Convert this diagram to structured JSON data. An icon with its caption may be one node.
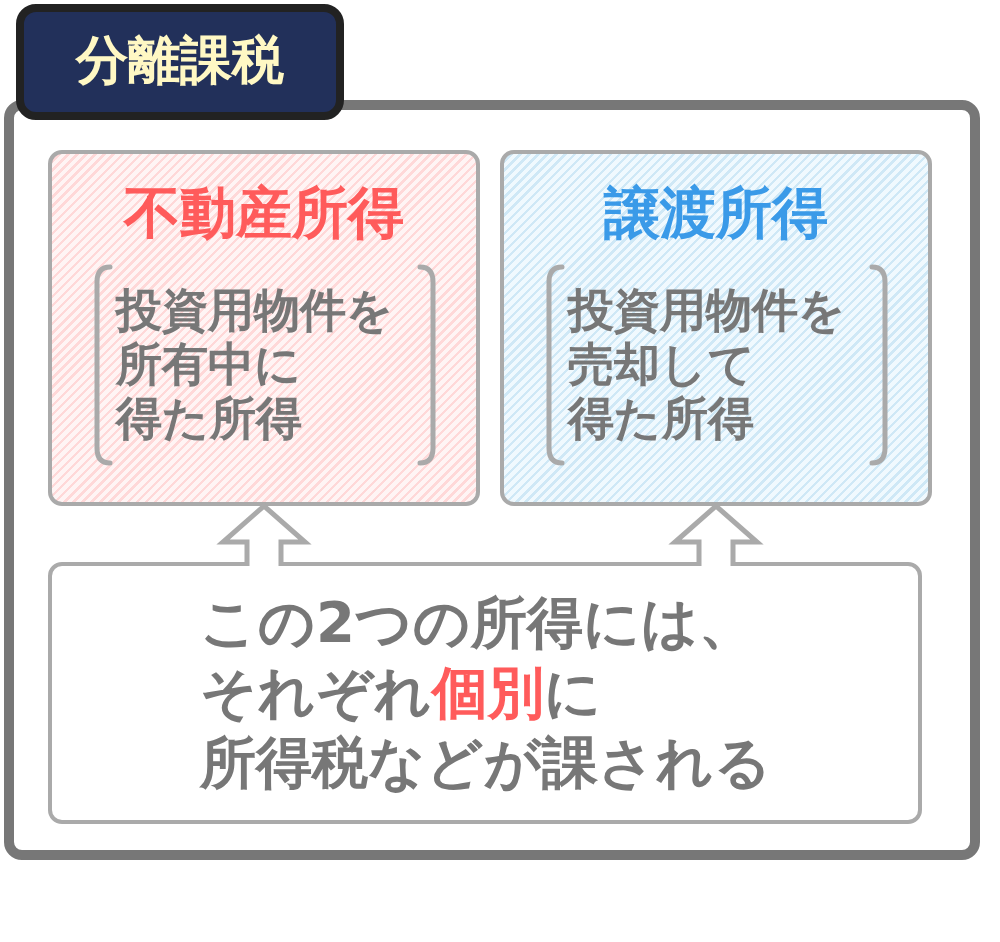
{
  "diagram": {
    "nodes": [
      {
        "text": [
          "分離課税"
        ]
      },
      {
        "text": [
          "不動産所得",
          "投資用物件を所有中に得た所得"
        ],
        "in": 0
      },
      {
        "text": [
          "譲渡所得",
          "投資用物件を売却して得た所得"
        ],
        "in": 0
      },
      {
        "text": [
          "この2つの所得には、それぞれ**個別**に所得税などが課される"
        ],
        "in": 0
      }
    ],
    "edges": [
      {
        "from": 3,
        "to": 1,
        "arrow": "to"
      },
      {
        "from": 3,
        "to": 2,
        "arrow": "to"
      }
    ]
  }
}
